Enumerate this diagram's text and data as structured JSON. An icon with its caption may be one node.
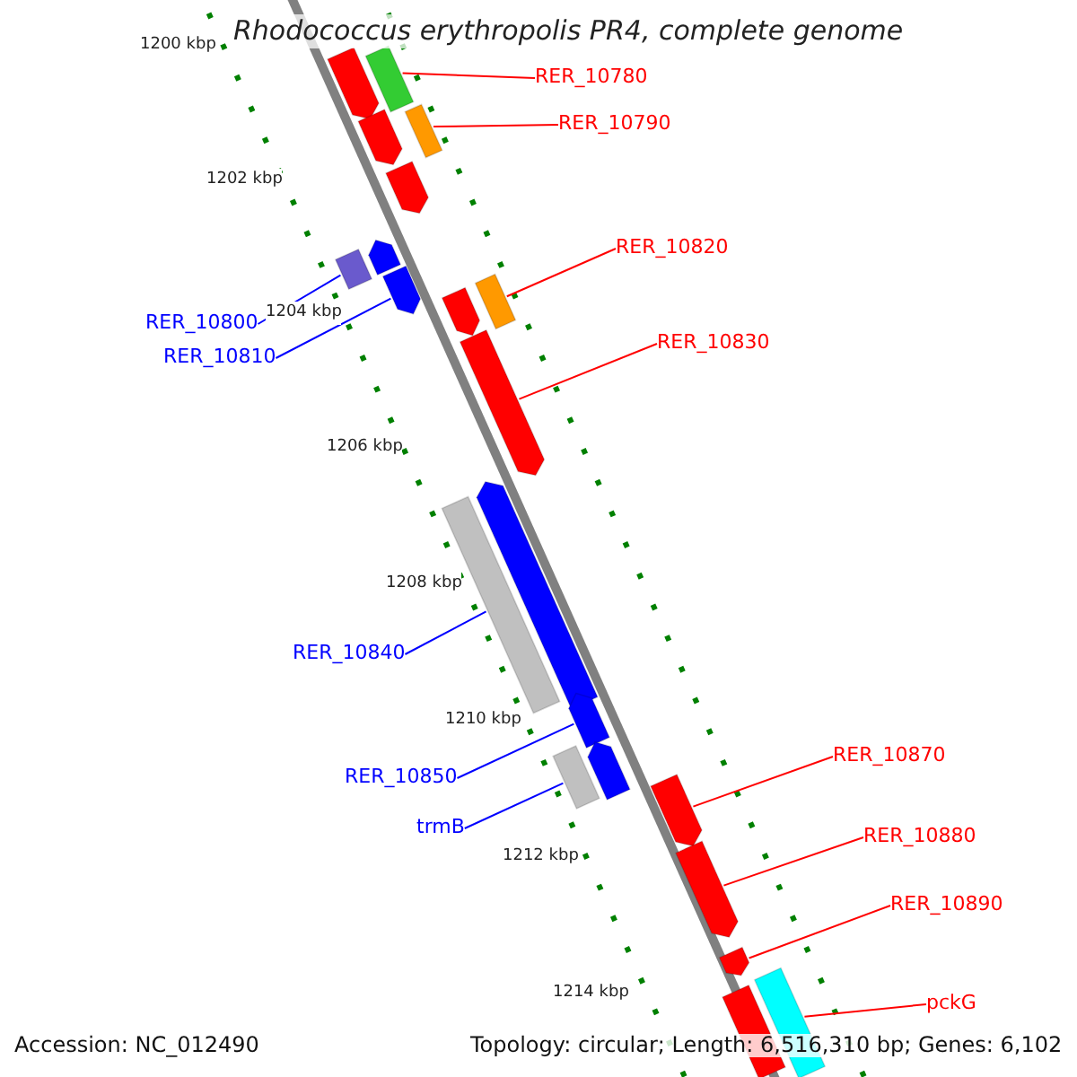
{
  "diagram": {
    "title": "Rhodococcus erythropolis PR4, complete genome",
    "nodes": [
      {
        "text": [
          "RER_10780"
        ]
      },
      {
        "text": [
          "RER_10790"
        ]
      },
      {
        "text": [
          "RER_10820"
        ]
      },
      {
        "text": [
          "RER_10800"
        ]
      },
      {
        "text": [
          "RER_10810"
        ]
      },
      {
        "text": [
          "RER_10830"
        ]
      },
      {
        "text": [
          "RER_10840"
        ]
      },
      {
        "text": [
          "RER_10850"
        ]
      },
      {
        "text": [
          "RER_10870"
        ]
      },
      {
        "text": [
          "trmB"
        ]
      },
      {
        "text": [
          "RER_10880"
        ]
      },
      {
        "text": [
          "RER_10890"
        ]
      },
      {
        "text": [
          "pckG"
        ]
      },
      {
        "text": [],
        "shape": "arrow"
      },
      {
        "text": [],
        "shape": "bar"
      },
      {
        "text": [],
        "shape": "bar"
      },
      {
        "text": [],
        "shape": "arrow"
      },
      {
        "text": [],
        "shape": "arrow"
      },
      {
        "text": [],
        "shape": "arrow"
      },
      {
        "text": [],
        "shape": "bar"
      },
      {
        "text": [],
        "shape": "arrow"
      },
      {
        "text": [],
        "shape": "bar"
      },
      {
        "text": [],
        "shape": "arrow"
      },
      {
        "text": [],
        "shape": "arrow"
      },
      {
        "text": [],
        "shape": "arrow"
      },
      {
        "text": [],
        "shape": "bar"
      },
      {
        "text": [],
        "shape": "arrow"
      },
      {
        "text": [],
        "shape": "arrow"
      },
      {
        "text": [],
        "shape": "bar"
      },
      {
        "text": [],
        "shape": "arrow"
      },
      {
        "text": [],
        "shape": "arrow"
      },
      {
        "text": [],
        "shape": "arrow"
      },
      {
        "text": [],
        "shape": "bar"
      },
      {
        "text": [],
        "shape": "bar"
      }
    ],
    "edges": [
      {
        "from": 0,
        "to": 14,
        "arrow": "none"
      },
      {
        "from": 1,
        "to": 15,
        "arrow": "none"
      },
      {
        "from": 2,
        "to": 21,
        "arrow": "none"
      },
      {
        "from": 3,
        "to": 19,
        "arrow": "none",
        "color": "#0000ff"
      },
      {
        "from": 4,
        "to": 20,
        "arrow": "none",
        "color": "#0000ff"
      },
      {
        "from": 5,
        "to": 23,
        "arrow": "none"
      },
      {
        "from": 6,
        "to": 25,
        "arrow": "none",
        "color": "#0000ff"
      },
      {
        "from": 7,
        "to": 26,
        "arrow": "none",
        "color": "#0000ff"
      },
      {
        "from": 8,
        "to": 29,
        "arrow": "none"
      },
      {
        "from": 9,
        "to": 28,
        "arrow": "none",
        "color": "#0000ff"
      },
      {
        "from": 10,
        "to": 30,
        "arrow": "none"
      },
      {
        "from": 11,
        "to": 31,
        "arrow": "none"
      },
      {
        "from": 12,
        "to": 32,
        "arrow": "none"
      }
    ],
    "labels": [
      "1200 kbp",
      "1202 kbp",
      "1204 kbp",
      "1206 kbp",
      "1208 kbp",
      "1210 kbp",
      "1212 kbp",
      "1214 kbp",
      "Accession: NC_012490",
      "Topology: circular; Length: 6,516,310 bp; Genes: 6,102"
    ]
  }
}
